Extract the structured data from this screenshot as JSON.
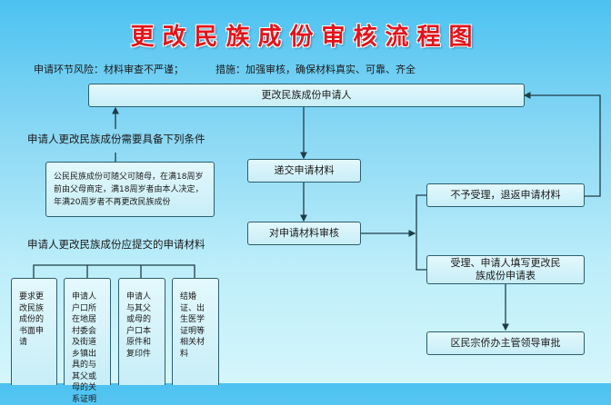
{
  "title": "更改民族成份审核流程图",
  "risk_note": "申请环节风险：材料审查不严谨；",
  "measure_note": "措施：加强审核，确保材料真实、可靠、齐全",
  "nodes": {
    "applicant": "更改民族成份申请人",
    "submit": "递交申请材料",
    "review": "对申请材料审核",
    "reject": "不予受理，退返申请材料",
    "accept": "受理、申请人填写更改民族成份申请表",
    "approve": "区民宗侨办主管领导审批"
  },
  "conditions": {
    "heading": "申请人更改民族成份需要具备下列条件",
    "text": "公民民族成份可随父可随母，在满18周岁前由父母商定，满18周岁者由本人决定，年满20周岁者不再更改民族成份"
  },
  "materials": {
    "heading": "申请人更改民族成份应提交的申请材料",
    "items": [
      "要求更改民族成份的书面申请",
      "申请人户口所在地居村委会及街道乡镇出具的与其父或母的关系证明",
      "申请人与其父或母的户口本原件和复印件",
      "结婚证、出生医学证明等相关材料"
    ]
  },
  "colors": {
    "title": "#e3141b",
    "line": "#1e3d48",
    "box_border": "#2b5e6e"
  }
}
